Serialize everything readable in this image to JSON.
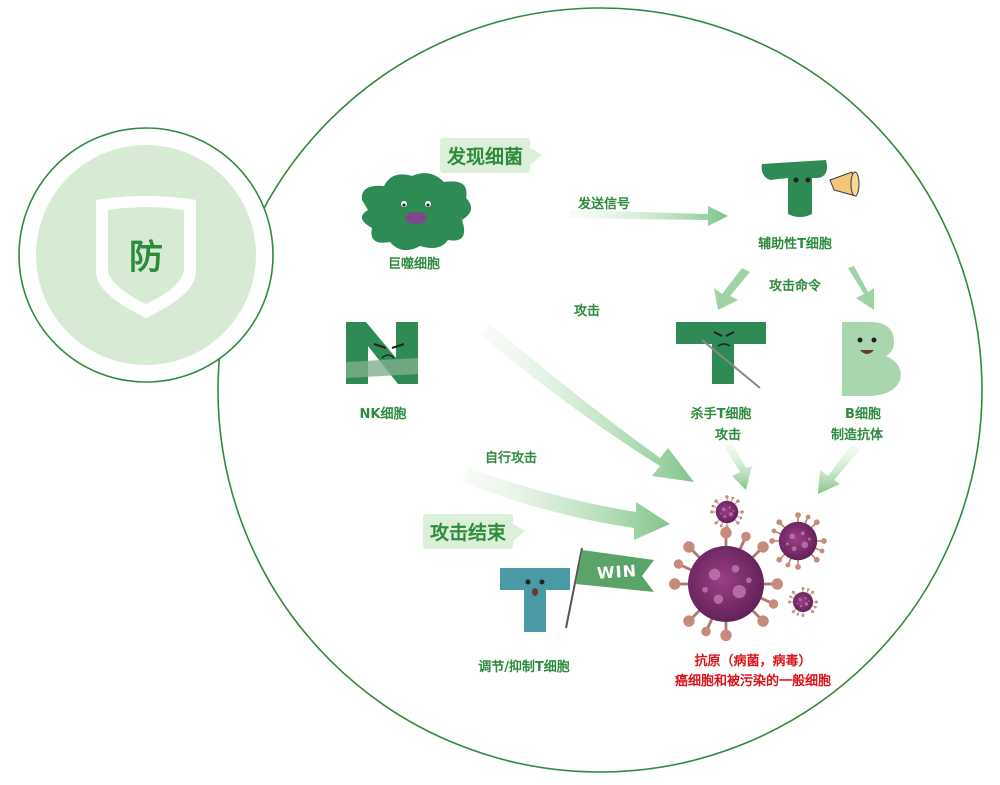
{
  "badge": {
    "char": "防"
  },
  "bubbles": {
    "discover": "发现细菌",
    "end": "攻击结束"
  },
  "cells": {
    "macrophage": "巨噬细胞",
    "helper_t": "辅助性T细胞",
    "nk": "NK细胞",
    "killer_t": "杀手T细胞",
    "killer_t_action": "攻击",
    "b_cell": "B细胞",
    "b_cell_action": "制造抗体",
    "regulatory_t": "调节/抑制T细胞"
  },
  "flag": {
    "text": "WIN"
  },
  "arrows": {
    "send_signal": "发送信号",
    "attack_command": "攻击命令",
    "attack": "攻击",
    "self_attack": "自行攻击"
  },
  "target": {
    "line1": "抗原（病菌，病毒）",
    "line2": "癌细胞和被污染的一般细胞"
  },
  "colors": {
    "brand_green": "#2e8b3e",
    "light_green": "#dcefd8",
    "virus_purple": "#7a2a6a",
    "alert_red": "#d9141b"
  }
}
